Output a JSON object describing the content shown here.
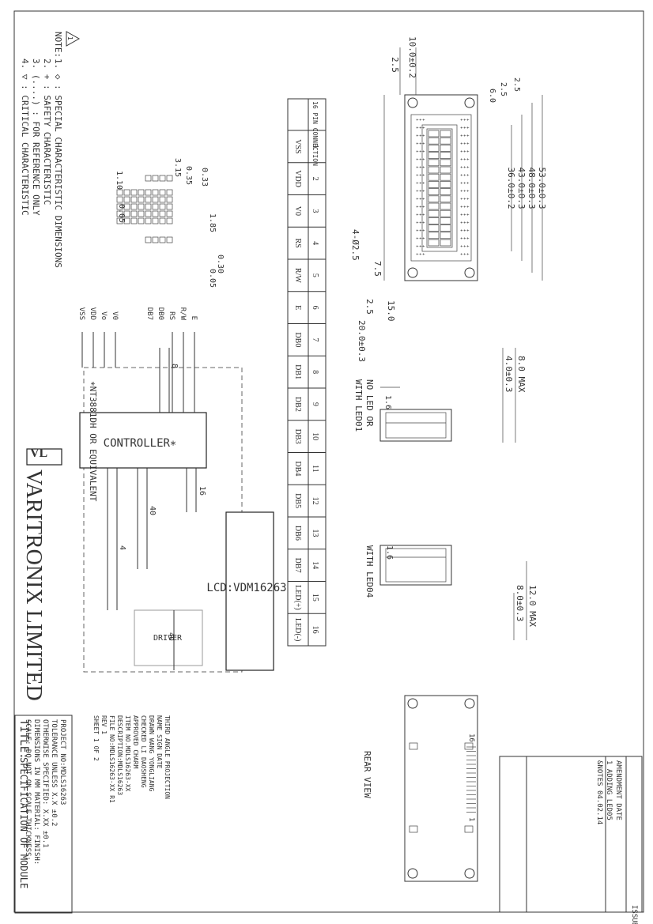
{
  "notes": {
    "title": "NOTE:",
    "triangle_mark": "1",
    "items": [
      "1. ◇ : SPECIAL CHARACTERISTIC DIMENSIONS",
      "2. + : SAFETY CHARACTERISTIC",
      "3. (....) : FOR REFERENCE ONLY",
      "4. ▽ : CRITICAL CHARACTERISTIC"
    ]
  },
  "char_detail": {
    "dims": [
      "3.15",
      "0.35",
      "0.33",
      "1.10",
      "0.05",
      "1.85",
      "0.30",
      "0.05"
    ]
  },
  "pin_table": {
    "header": "16 PIN CONNECTION",
    "pins": [
      {
        "no": "1",
        "name": "VSS"
      },
      {
        "no": "2",
        "name": "VDD"
      },
      {
        "no": "3",
        "name": "V0"
      },
      {
        "no": "4",
        "name": "RS"
      },
      {
        "no": "5",
        "name": "R/W"
      },
      {
        "no": "6",
        "name": "E"
      },
      {
        "no": "7",
        "name": "DB0"
      },
      {
        "no": "8",
        "name": "DB1"
      },
      {
        "no": "9",
        "name": "DB2"
      },
      {
        "no": "10",
        "name": "DB3"
      },
      {
        "no": "11",
        "name": "DB4"
      },
      {
        "no": "12",
        "name": "DB5"
      },
      {
        "no": "13",
        "name": "DB6"
      },
      {
        "no": "14",
        "name": "DB7"
      },
      {
        "no": "15",
        "name": "LED(+)"
      },
      {
        "no": "16",
        "name": "LED(-)"
      }
    ]
  },
  "front_view": {
    "dims": {
      "d10": "10.0±0.2",
      "d2_5a": "2.5",
      "d2_5b": "2.5",
      "d2_5c": "2.5",
      "d6": "6.0",
      "d36": "36.0±0.2",
      "d43": "43.0±0.3",
      "d48": "48.0±0.3",
      "d53": "53.0±0.3",
      "hole": "4-Ø2.5",
      "d7_5": "7.5",
      "d15": "15.0",
      "d2_5d": "2.5",
      "d20": "20.0±0.3"
    }
  },
  "side_views": {
    "no_led": {
      "label1": "NO LED OR",
      "label2": "WITH LED01",
      "d8": "8.0 MAX",
      "d4": "4.0±0.3",
      "d16": "1.6"
    },
    "led04": {
      "label": "WITH LED04",
      "d12": "12.0 MAX",
      "d8": "8.0±0.3",
      "d16": "1.6"
    }
  },
  "block_diagram": {
    "signals": [
      "E",
      "R/W",
      "RS",
      "DB0",
      "DB7",
      "V0",
      "Vo",
      "VDD",
      "VSS"
    ],
    "controller": "CONTROLLER∗",
    "lcd": "LCD:VDM16263",
    "driver": "DRIVER",
    "bus_8": "8",
    "bus_16": "16",
    "bus_40a": "40",
    "bus_4": "4",
    "bus_40b": "40",
    "footnote": "∗NT3881DH OR EQUIVALENT"
  },
  "rear_view": {
    "label": "REAR VIEW",
    "pin16": "16",
    "pin1": "1"
  },
  "company": {
    "logo": "VL",
    "name": "VARITRONIX LIMITED"
  },
  "amendment": {
    "issue_label": "ISSUE",
    "amend_label": "AMENDMENT",
    "date_label": "DATE",
    "row_issue": "1",
    "row_text1": "ADDING LED05",
    "row_text2": "&NOTES",
    "row_date": "04.02.14"
  },
  "title_block": {
    "title_label": "TITLE:",
    "title": "SPECIFICATION OF MODULE",
    "project_label": "PROJECT NO:",
    "project": "MDLS16263",
    "tol_label1": "TOLERANCE UNLESS",
    "tol_label2": "OTHERWISE SPECIFIED:",
    "tol1": "X.X ±0.2",
    "tol2": "X.XX ±0.1",
    "dims_label": "DIMENSIONS IN  MM",
    "material_label": "MATERIAL:",
    "finish_label": "FINISH:",
    "scale_label": "SCALE: DO NOT ON SCALE",
    "thickness_label": "THICKNESS:",
    "projection": "THIRD ANGLE PROJECTION",
    "name_col": "NAME",
    "sign_col": "SIGN",
    "date_col": "DATE",
    "drawn_label": "DRAWN",
    "drawn_name": "WANG YONGLIANG",
    "checked_label": "CHECKED",
    "checked_name": "LI DAOSHENG",
    "approved_label": "APPROVED",
    "approved_name": "CHARM",
    "item_label": "ITEM NO.",
    "item": "MDLS16263-XX",
    "desc_label": "DESCRIPTION:",
    "desc": "MDLS16263",
    "file_label": "FILE NO:",
    "file": "MDLS16263-XX R1",
    "rev": "REV 1",
    "sheet_label": "SHEET",
    "sheet_no": "1",
    "of_label": "OF",
    "sheet_total": "2"
  }
}
